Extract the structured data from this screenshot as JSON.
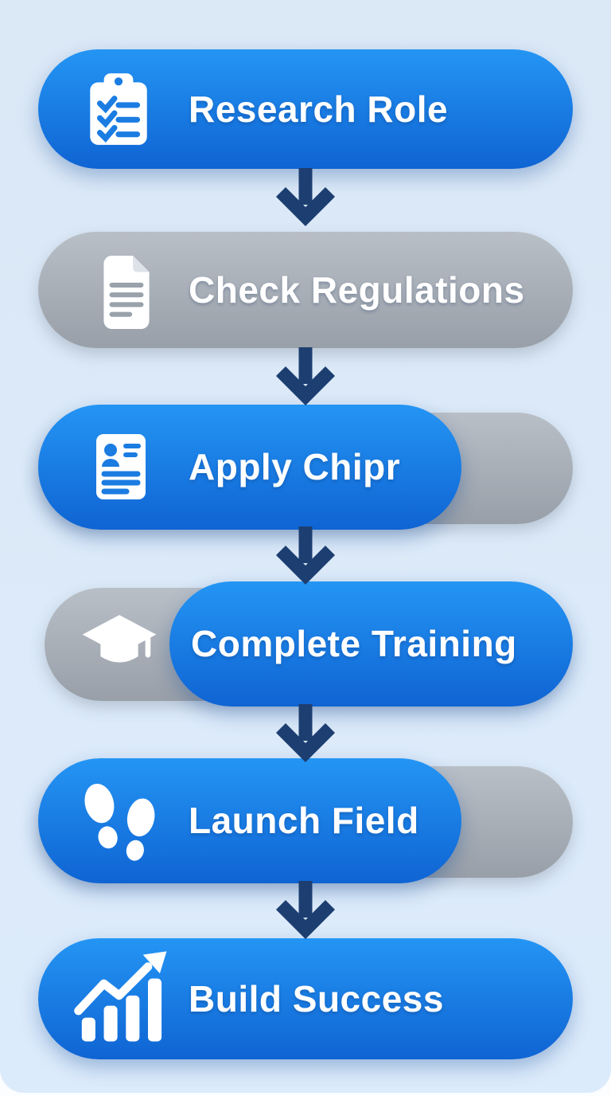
{
  "flow": {
    "steps": [
      {
        "label": "Research Role",
        "icon": "clipboard-checklist-icon",
        "style": "blue-full"
      },
      {
        "label": "Check Regulations",
        "icon": "document-icon",
        "style": "gray-full"
      },
      {
        "label": "Apply Chipr",
        "icon": "resume-icon",
        "style": "blue-left-gray-right"
      },
      {
        "label": "Complete Training",
        "icon": "graduation-cap-icon",
        "style": "gray-left-blue-right"
      },
      {
        "label": "Launch Field",
        "icon": "footprints-icon",
        "style": "blue-left-gray-right"
      },
      {
        "label": "Build Success",
        "icon": "bar-chart-growth-icon",
        "style": "blue-full"
      }
    ],
    "connector_count": 5
  },
  "colors": {
    "background_top": "#dbe8f6",
    "background_bottom": "#dcebfb",
    "pill_blue_top": "#2495f4",
    "pill_blue_bottom": "#0f64d3",
    "pill_gray_top": "#b9bfc7",
    "pill_gray_bottom": "#989fa8",
    "arrow": "#1d3e70",
    "icon_accent_blue": "#1b7ce2",
    "icon_accent_gray": "#99a1ab",
    "text": "#ffffff"
  }
}
